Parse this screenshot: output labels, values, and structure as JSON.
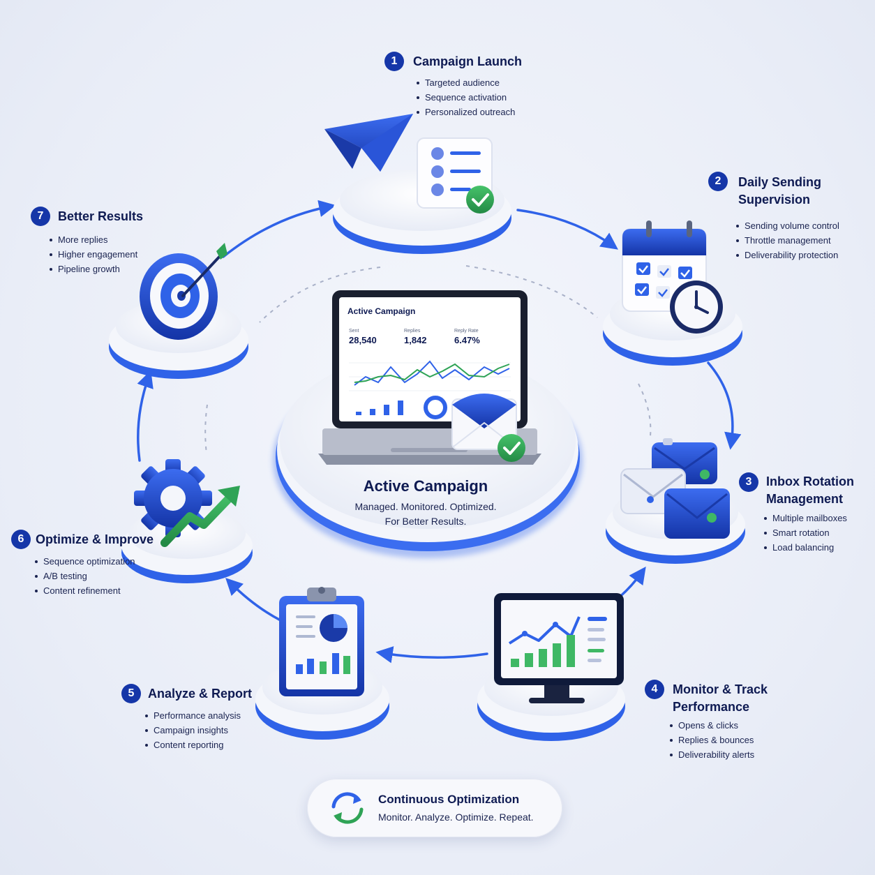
{
  "steps": [
    {
      "num": "1",
      "title": [
        "Campaign Launch"
      ],
      "bullets": [
        "Targeted audience",
        "Sequence activation",
        "Personalized outreach"
      ]
    },
    {
      "num": "2",
      "title": [
        "Daily Sending",
        "Supervision"
      ],
      "bullets": [
        "Sending volume control",
        "Throttle management",
        "Deliverability protection"
      ]
    },
    {
      "num": "3",
      "title": [
        "Inbox Rotation",
        "Management"
      ],
      "bullets": [
        "Multiple mailboxes",
        "Smart rotation",
        "Load balancing"
      ]
    },
    {
      "num": "4",
      "title": [
        "Monitor & Track",
        "Performance"
      ],
      "bullets": [
        "Opens & clicks",
        "Replies & bounces",
        "Deliverability alerts"
      ]
    },
    {
      "num": "5",
      "title": [
        "Analyze & Report"
      ],
      "bullets": [
        "Performance analysis",
        "Campaign insights",
        "Content reporting"
      ]
    },
    {
      "num": "6",
      "title": [
        "Optimize & Improve"
      ],
      "bullets": [
        "Sequence optimization",
        "A/B testing",
        "Content refinement"
      ]
    },
    {
      "num": "7",
      "title": [
        "Better Results"
      ],
      "bullets": [
        "More replies",
        "Higher engagement",
        "Pipeline growth"
      ]
    }
  ],
  "center": {
    "title": "Active Campaign",
    "subtitle_line1": "Managed. Monitored. Optimized.",
    "subtitle_line2": "For Better Results."
  },
  "dashboard": {
    "title": "Active Campaign",
    "metrics": [
      {
        "label": "Sent",
        "value": "28,540"
      },
      {
        "label": "Replies",
        "value": "1,842"
      },
      {
        "label": "Reply Rate",
        "value": "6.47%"
      }
    ]
  },
  "footer": {
    "title": "Continuous Optimization",
    "subtitle": "Monitor. Analyze. Optimize. Repeat."
  },
  "colors": {
    "primary": "#1536a8",
    "accent_blue": "#2f62e8",
    "accent_green": "#2fa356",
    "text": "#0e1a52"
  }
}
